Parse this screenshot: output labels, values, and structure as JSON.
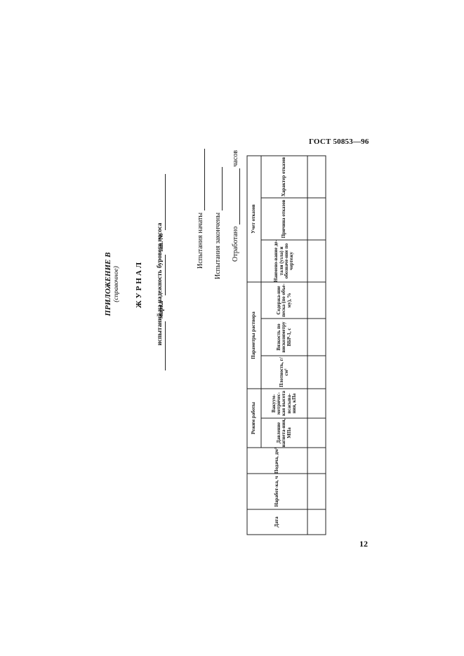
{
  "header": {
    "standard": "ГОСТ 50853—96"
  },
  "page_number": "12",
  "title": {
    "appendix": "ПРИЛОЖЕНИЕ В",
    "appendix_note": "(справочное)",
    "journal": "ЖУРНАЛ",
    "description": "испытаний на надежность бурового насоса"
  },
  "fields": {
    "marka": "марка",
    "zav_no": "зав. №",
    "test_started": "Испытания начаты",
    "test_ended": "Испытания закончены",
    "worked_prefix": "Отработано",
    "worked_suffix": "часов"
  },
  "table": {
    "groups": {
      "mode": "Режим работы",
      "fluid": "Параметры раствора",
      "failures": "Учет отказов"
    },
    "columns": [
      "Дата",
      "Наработ-ка, ч",
      "Подача, дм³",
      "Давление нагнета-ния, МПа",
      "Вакуум-метричес-кая высота всасыва-ния, кПа",
      "Плотность, г/см³",
      "Вязкость по вискозиметру ВБР-1, с",
      "Содержа-ние песка (по объе-му), %",
      "Наимено-вание де-тали (узла) и обозначе-ние по чертежу",
      "Причина отказов",
      "Характер отказов"
    ]
  }
}
